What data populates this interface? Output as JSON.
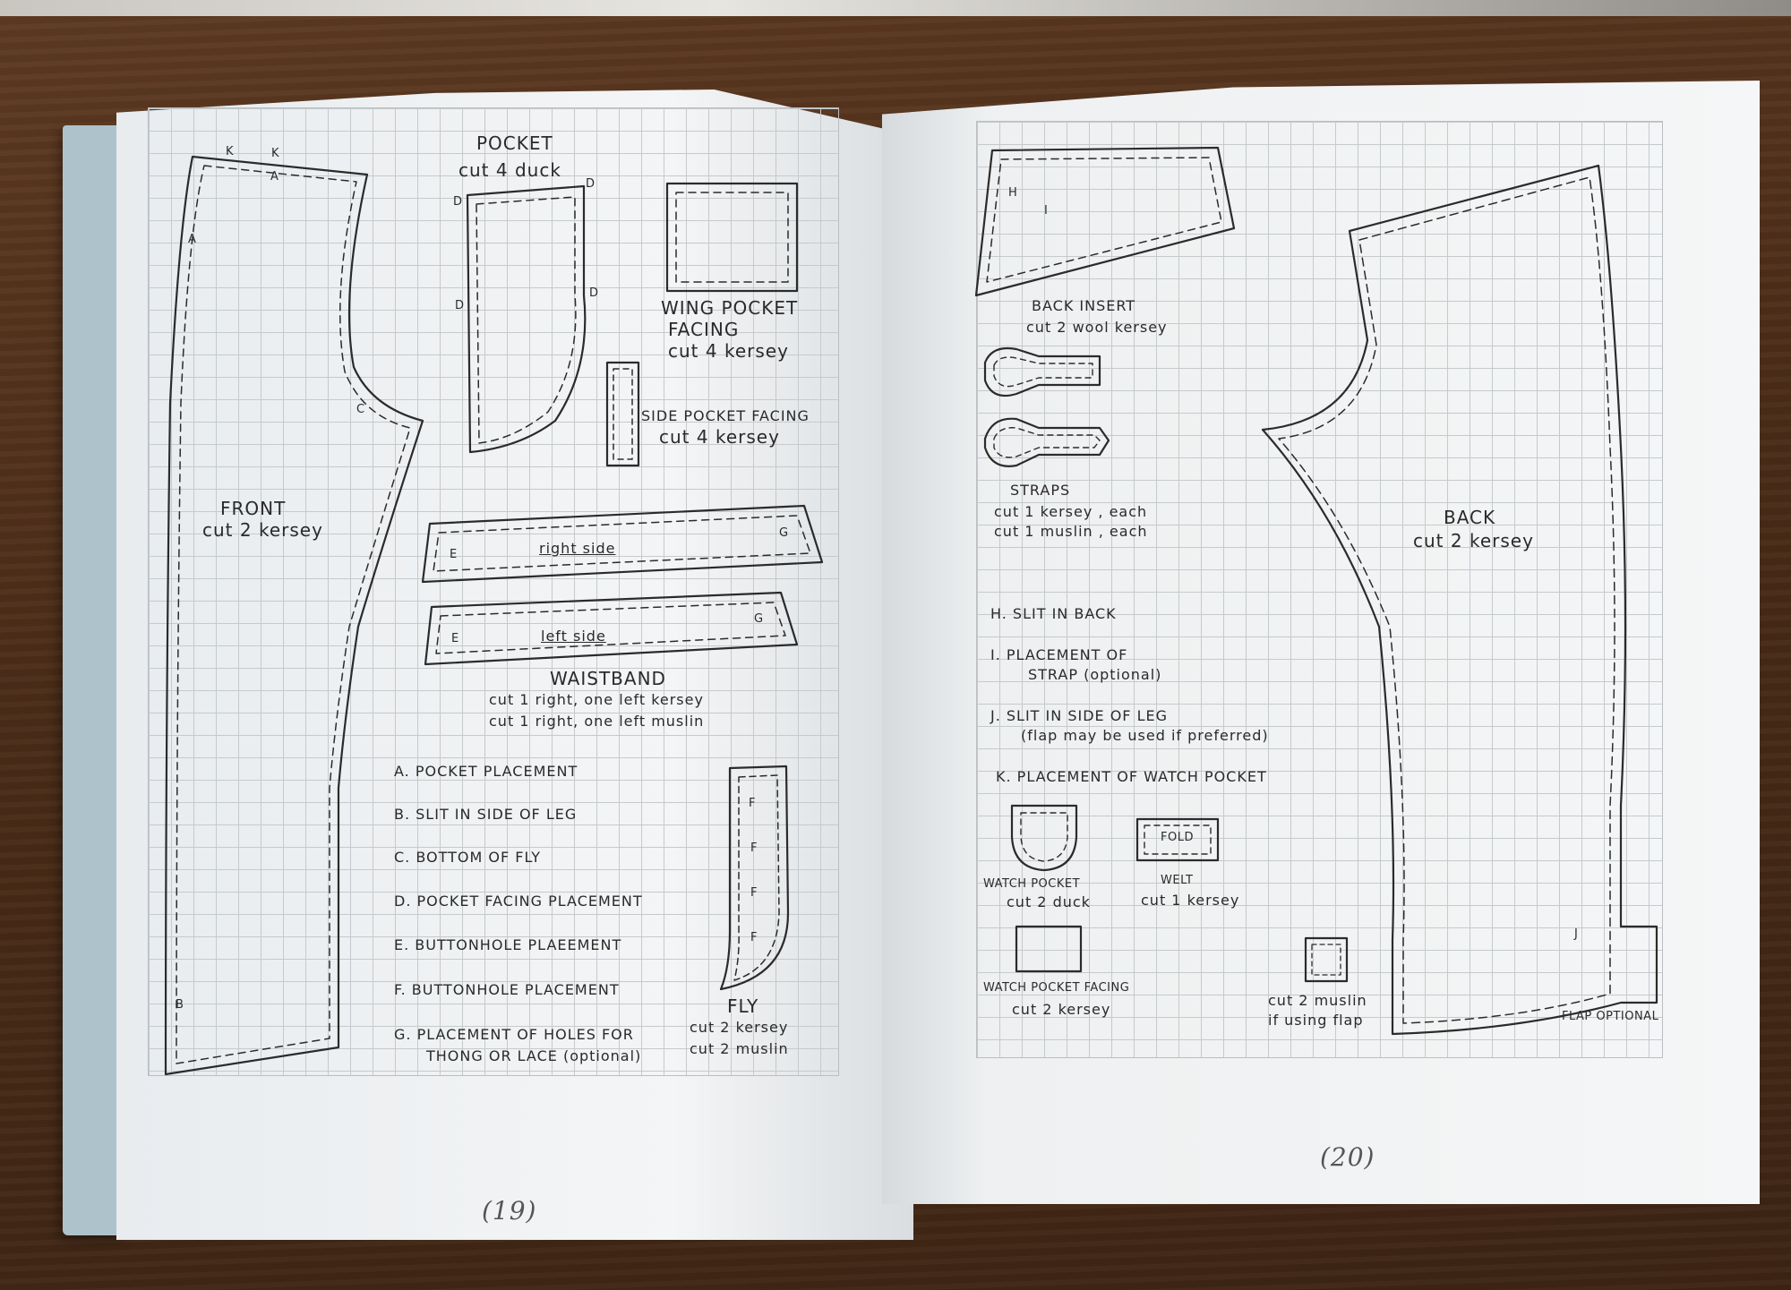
{
  "left_page": {
    "pocket": {
      "title": "POCKET",
      "cut": "cut 4 duck"
    },
    "wing_pocket": {
      "title": "WING POCKET",
      "title2": "FACING",
      "cut": "cut 4 kersey"
    },
    "side_pocket": {
      "title": "SIDE POCKET FACING",
      "cut": "cut 4 kersey"
    },
    "front": {
      "title": "FRONT",
      "cut": "cut 2 kersey"
    },
    "waistband": {
      "right_label": "right side",
      "left_label": "left side",
      "title": "WAISTBAND",
      "cut1": "cut 1 right, one left kersey",
      "cut2": "cut 1 right, one left muslin"
    },
    "fly": {
      "title": "FLY",
      "cut1": "cut 2 kersey",
      "cut2": "cut 2 muslin"
    },
    "legend": [
      "A. POCKET PLACEMENT",
      "B. SLIT IN SIDE OF LEG",
      "C. BOTTOM OF FLY",
      "D. POCKET FACING PLACEMENT",
      "E. BUTTONHOLE PLAEEMENT",
      "F. BUTTONHOLE PLACEMENT",
      "G. PLACEMENT OF HOLES FOR",
      "THONG OR LACE (optional)"
    ],
    "page_number": "(19)"
  },
  "right_page": {
    "back_insert": {
      "title": "BACK INSERT",
      "cut": "cut 2 wool kersey"
    },
    "straps": {
      "title": "STRAPS",
      "cut1": "cut 1 kersey , each",
      "cut2": "cut 1 muslin , each"
    },
    "legend": [
      "H. SLIT IN BACK",
      "I. PLACEMENT OF",
      "STRAP (optional)",
      "J. SLIT IN SIDE OF LEG",
      "(flap may be used if preferred)",
      "K. PLACEMENT OF WATCH POCKET"
    ],
    "watch_pocket": {
      "title": "WATCH POCKET",
      "cut": "cut 2 duck"
    },
    "welt": {
      "title": "WELT",
      "cut": "cut 1 kersey",
      "fold": "FOLD"
    },
    "watch_pocket_facing": {
      "title": "WATCH POCKET FACING",
      "cut": "cut 2 kersey"
    },
    "flap_note": {
      "line1": "cut 2 muslin",
      "line2": "if using flap"
    },
    "flap_optional": "FLAP OPTIONAL",
    "back": {
      "title": "BACK",
      "cut": "cut 2 kersey"
    },
    "page_number": "(20)"
  },
  "markers": {
    "A": "A",
    "B": "B",
    "C": "C",
    "D": "D",
    "E": "E",
    "F": "F",
    "G": "G",
    "H": "H",
    "I": "I",
    "J": "J",
    "K": "K"
  }
}
